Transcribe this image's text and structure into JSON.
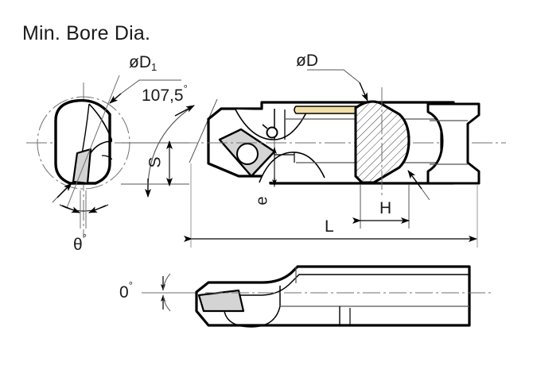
{
  "drawing": {
    "title": "Min. Bore Dia.",
    "type": "technical-line-drawing",
    "subject": "boring bar / internal turning tool holder",
    "views": [
      {
        "name": "end-view",
        "description": "front end view showing circular bar section with insert"
      },
      {
        "name": "side-view",
        "description": "main side elevation of boring bar with insert and coolant outlet"
      },
      {
        "name": "section-view",
        "description": "hatched cross-section of the bar shank"
      },
      {
        "name": "bottom-view",
        "description": "lower side elevation showing 0 degree lead"
      }
    ],
    "labels": {
      "bore_dia": "Min. Bore Dia.",
      "dia_d1_prefix": "øD",
      "dia_d1_subscript": "1",
      "dia_d": "øD",
      "angle_main": "107,5",
      "angle_main_unit": "°",
      "angle_theta": "θ",
      "angle_theta_unit": "°",
      "angle_zero": "0",
      "angle_zero_unit": "°",
      "dim_s": "S",
      "dim_e": "e",
      "dim_h": "H",
      "dim_l": "L"
    },
    "colors": {
      "line": "#000000",
      "thin_line": "#555555",
      "center_line": "#6f6f6f",
      "insert_fill": "#d4d4d4",
      "coolant_fill": "#f2dfa6",
      "hatch": "#3c3c3c",
      "background": "#ffffff",
      "text": "#1a1a1a"
    }
  }
}
